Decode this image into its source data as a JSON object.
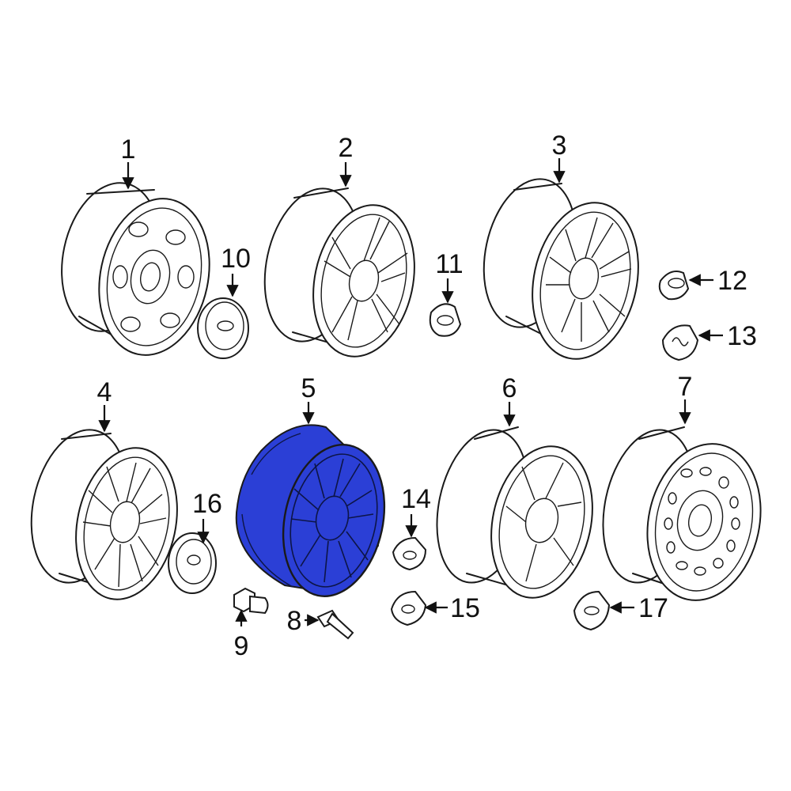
{
  "diagram": {
    "highlight_color": "#2b3fd6",
    "line_color": "#1a1a1a",
    "callouts": [
      {
        "id": "1",
        "label": "1"
      },
      {
        "id": "2",
        "label": "2"
      },
      {
        "id": "3",
        "label": "3"
      },
      {
        "id": "4",
        "label": "4"
      },
      {
        "id": "5",
        "label": "5",
        "highlighted": true
      },
      {
        "id": "6",
        "label": "6"
      },
      {
        "id": "7",
        "label": "7"
      },
      {
        "id": "8",
        "label": "8"
      },
      {
        "id": "9",
        "label": "9"
      },
      {
        "id": "10",
        "label": "10"
      },
      {
        "id": "11",
        "label": "11"
      },
      {
        "id": "12",
        "label": "12"
      },
      {
        "id": "13",
        "label": "13"
      },
      {
        "id": "14",
        "label": "14"
      },
      {
        "id": "15",
        "label": "15"
      },
      {
        "id": "16",
        "label": "16"
      },
      {
        "id": "17",
        "label": "17"
      }
    ]
  }
}
